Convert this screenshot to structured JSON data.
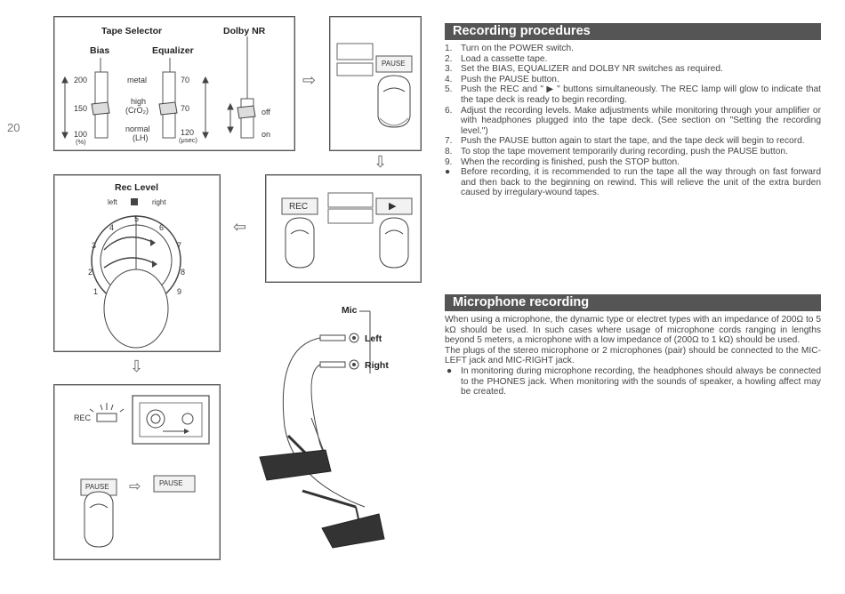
{
  "page_number": "20",
  "fig_tape": {
    "tape_selector": "Tape Selector",
    "bias": "Bias",
    "equalizer": "Equalizer",
    "dolby": "Dolby NR",
    "bias_200": "200",
    "bias_150": "150",
    "bias_100": "100",
    "bias_unit": "(%)",
    "eq_metal": "metal",
    "eq_high": "high",
    "eq_cro2": "(CrO₂)",
    "eq_normal": "normal",
    "eq_lh": "(LH)",
    "eq_70a": "70",
    "eq_70b": "70",
    "eq_120": "120",
    "eq_unit": "(μsec)",
    "off": "off",
    "on": "on"
  },
  "fig_pause": {
    "label": "PAUSE"
  },
  "fig_rec": {
    "rec": "REC",
    "play": "▶"
  },
  "fig_level": {
    "title": "Rec Level",
    "left": "left",
    "right": "right",
    "ticks": [
      "1",
      "2",
      "3",
      "4",
      "5",
      "6",
      "7",
      "8",
      "9"
    ]
  },
  "fig_lamp": {
    "rec": "REC",
    "pause1": "PAUSE",
    "pause2": "PAUSE"
  },
  "fig_mic": {
    "mic": "Mic",
    "left": "Left",
    "right": "Right"
  },
  "recording": {
    "heading": "Recording procedures",
    "steps": [
      {
        "n": "1.",
        "text": "Turn on the POWER switch."
      },
      {
        "n": "2.",
        "text": "Load a cassette tape."
      },
      {
        "n": "3.",
        "text": "Set the BIAS, EQUALIZER and DOLBY NR switches as required."
      },
      {
        "n": "4.",
        "text": "Push the PAUSE button."
      },
      {
        "n": "5.",
        "text": "Push the REC and \" ▶ \" buttons simultaneously. The REC lamp will glow to indicate that the tape deck is ready to begin recording."
      },
      {
        "n": "6.",
        "text": "Adjust the recording levels. Make adjustments while monitoring through your amplifier or with headphones plugged into the tape deck. (See section on \"Setting the recording level.\")"
      },
      {
        "n": "7.",
        "text": "Push the PAUSE button again to start the tape, and the tape deck will begin to record."
      },
      {
        "n": "8.",
        "text": "To stop the tape movement temporarily during recording, push the PAUSE button."
      },
      {
        "n": "9.",
        "text": "When the recording is finished, push the STOP button."
      },
      {
        "n": "●",
        "text": "Before recording, it is recommended to run the tape all the way through on fast forward and then back to the beginning on rewind. This will relieve the unit of the extra burden caused by irregulary-wound tapes."
      }
    ]
  },
  "microphone": {
    "heading": "Microphone recording",
    "para1": "When using a microphone, the dynamic type or electret types with an impedance of 200Ω to 5 kΩ should be used. In such cases where usage of microphone cords ranging in lengths beyond 5 meters, a microphone with a low impedance of (200Ω to 1 kΩ) should be used.",
    "para2": "The plugs of the stereo microphone or 2 microphones (pair) should be connected to the MIC-LEFT jack and MIC-RIGHT jack.",
    "bullet": "●",
    "bullet_text": "In monitoring during microphone recording, the headphones should always be connected to the PHONES jack. When monitoring with the sounds of speaker, a howling affect may be created."
  }
}
